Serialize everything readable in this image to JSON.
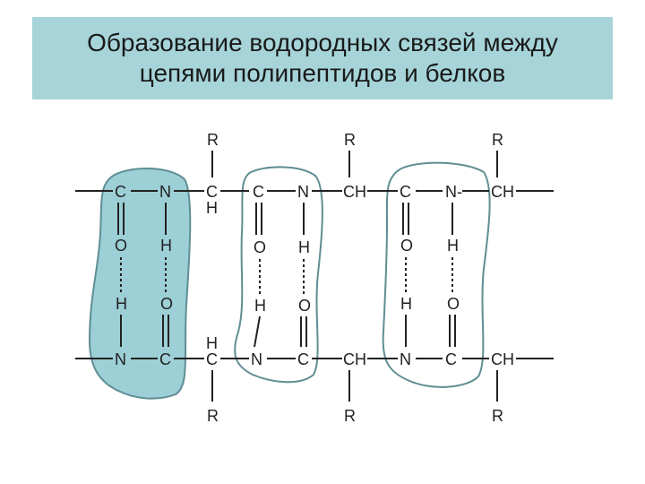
{
  "title": {
    "line1": "Образование водородных связей между",
    "line2": "цепями полипептидов и белков"
  },
  "colors": {
    "title_bg": "#a6d4d9",
    "highlight_fill": "#9ccfd6",
    "outline": "#5f8e93",
    "line": "#222222"
  },
  "atoms": {
    "R": "R",
    "C": "C",
    "N": "N",
    "CH": "CH",
    "H": "H",
    "O": "O",
    "N_minus": "N-"
  }
}
